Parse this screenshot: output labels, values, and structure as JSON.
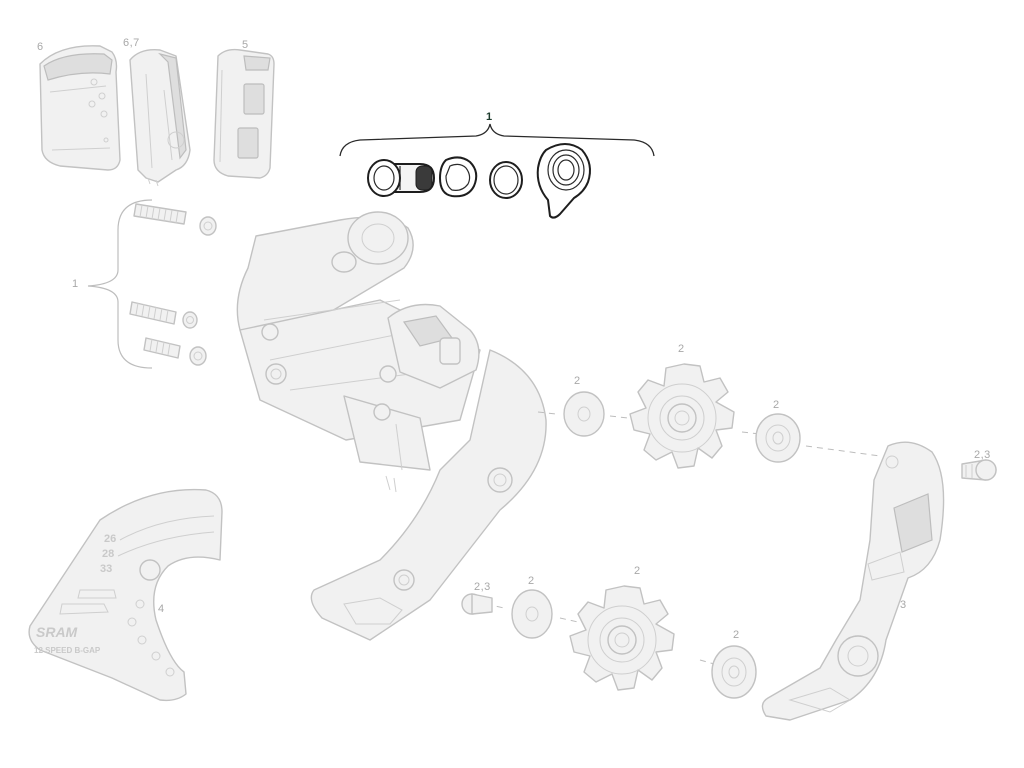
{
  "callouts": {
    "battery_top_left": "6",
    "battery_middle": "6,7",
    "battery_right": "5",
    "clutch_kit": "1",
    "limit_screws": "1",
    "upper_pulley": "2",
    "upper_washer_left": "2",
    "upper_washer_right": "2",
    "cage_bolt_right": "2,3",
    "outer_cage": "3",
    "chain_gap_tool": "4",
    "lower_bolt": "2,3",
    "lower_washer_left": "2",
    "lower_pulley": "2",
    "lower_washer_right": "2"
  },
  "chain_gap_tool": {
    "gap_values": [
      "26",
      "28",
      "33"
    ],
    "brand": "SRAM",
    "caption": "12 SPEED B-GAP"
  },
  "colors": {
    "ghost_line": "#c2c2c2",
    "highlight_line": "#1e1e1e",
    "highlight_label": "#1c3a2c",
    "background": "#ffffff"
  }
}
